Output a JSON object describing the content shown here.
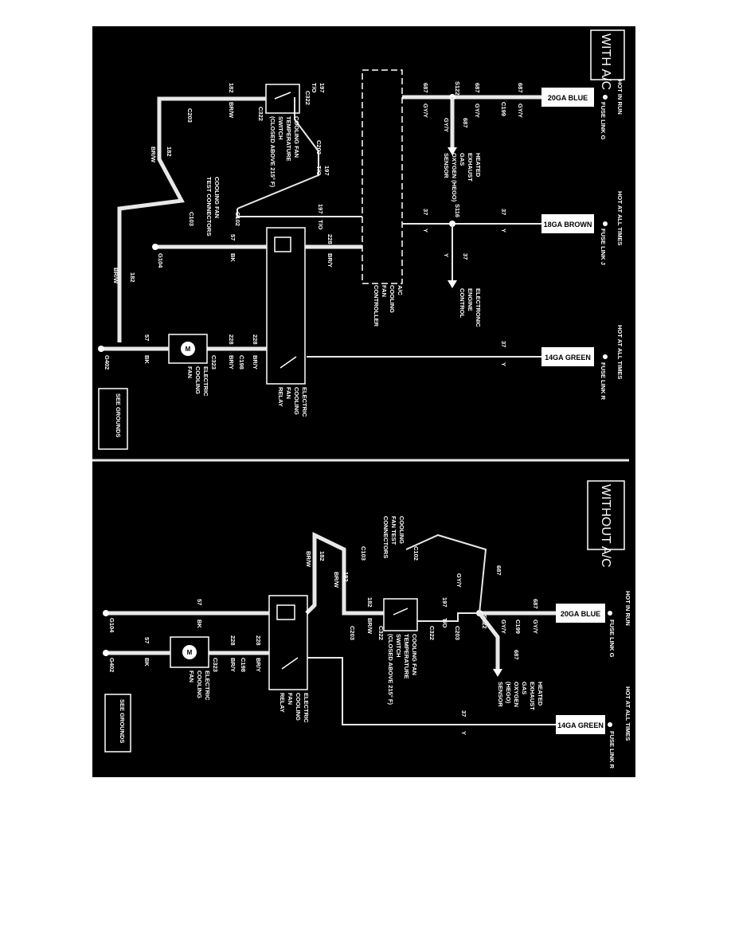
{
  "colors": {
    "background": "#000000",
    "wire": "#e8e8e8",
    "text": "#ffffff",
    "page": "#ffffff"
  },
  "with_ac": {
    "title": "WITH A/C",
    "power": {
      "hot_in_run": "HOT IN RUN",
      "hot_at_all_times_1": "HOT AT ALL TIMES",
      "hot_at_all_times_2": "HOT AT ALL TIMES"
    },
    "fuses": {
      "g_box": "20GA BLUE",
      "g_label": "FUSE LINK G",
      "j_box": "18GA BROWN",
      "j_label": "FUSE LINK J",
      "r_box": "14GA GREEN",
      "r_label": "FUSE LINK R"
    },
    "wires": {
      "w687": "687",
      "gyy": "GY/Y",
      "w37": "37",
      "y": "Y",
      "w228": "228",
      "bry": "BR/Y",
      "w197": "197",
      "to": "T/O",
      "w182": "182",
      "brw": "BR/W",
      "w57": "57",
      "bk": "BK"
    },
    "connectors": {
      "s122": "S122",
      "c199": "C199",
      "s116": "S116",
      "c322": "C322",
      "c203": "C203",
      "c102": "C102",
      "c103": "C103",
      "g104": "G104",
      "c198": "C198",
      "c323": "C323",
      "g402": "G402"
    },
    "components": {
      "hego": [
        "HEATED",
        "EXHAUST",
        "GAS",
        "OXYGEN (HEGO)",
        "SENSOR"
      ],
      "eec": [
        "ELECTRONIC",
        "ENGINE",
        "CONTROL"
      ],
      "controller": [
        "A/C",
        "COOLING",
        "FAN",
        "CONTROLLER"
      ],
      "temp_switch": [
        "COOLING FAN",
        "TEMPERATURE",
        "SWITCH",
        "(CLOSED ABOVE 215° F)"
      ],
      "test_conn": [
        "COOLING FAN",
        "TEST CONNECTORS"
      ],
      "relay": [
        "ELECTRIC",
        "COOLING",
        "FAN",
        "RELAY"
      ],
      "fan": [
        "ELECTRIC",
        "COOLING",
        "FAN"
      ],
      "see_grounds": "SEE GROUNDS"
    }
  },
  "without_ac": {
    "title": "WITHOUT A/C",
    "power": {
      "hot_in_run": "HOT IN RUN",
      "hot_at_all_times": "HOT AT ALL TIMES"
    },
    "fuses": {
      "g_box": "20GA BLUE",
      "g_label": "FUSE LINK G",
      "r_box": "14GA GREEN",
      "r_label": "FUSE LINK R"
    },
    "wires": {
      "w687": "687",
      "gyy": "GY/Y",
      "w37": "37",
      "y": "Y",
      "w228": "228",
      "bry": "BR/Y",
      "w197": "197",
      "to": "T/O",
      "w182": "182",
      "brw": "BR/W",
      "w57": "57",
      "bk": "BK"
    },
    "connectors": {
      "s122": "S122",
      "c199": "C199",
      "c322": "C322",
      "c203": "C203",
      "c102": "C102",
      "c103": "C103",
      "g104": "G104",
      "c198": "C198",
      "c323": "C323",
      "g402": "G402"
    },
    "components": {
      "hego": [
        "HEATED",
        "EXHAUST",
        "GAS",
        "OXYGEN",
        "(HEGO)",
        "SENSOR"
      ],
      "temp_switch": [
        "COOLING FAN",
        "TEMPERATURE",
        "SWITCH",
        "(CLOSED ABOVE 215° F)"
      ],
      "test_conn": [
        "COOLING",
        "FAN TEST",
        "CONNECTORS"
      ],
      "relay": [
        "ELECTRIC",
        "COOLING",
        "FAN",
        "RELAY"
      ],
      "fan": [
        "ELECTRIC",
        "COOLING",
        "FAN"
      ],
      "see_grounds": "SEE GROUNDS"
    }
  }
}
